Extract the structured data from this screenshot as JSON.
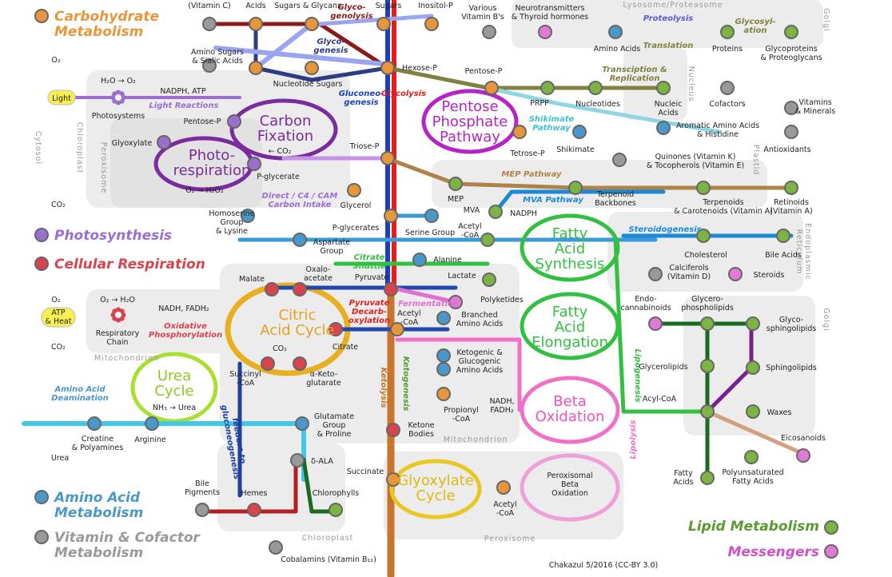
{
  "legend": {
    "carb": "Carbohydrate\nMetabolism",
    "photo": "Photosynthesis",
    "resp": "Cellular Respiration",
    "amino": "Amino Acid\nMetabolism",
    "vit": "Vitamin & Cofactor\nMetabolism",
    "lipid": "Lipid Metabolism",
    "msg": "Messengers"
  },
  "colors": {
    "carb": "#e8963a",
    "photo": "#9b6fd0",
    "resp": "#d9434e",
    "amino": "#4a97c9",
    "vit": "#999999",
    "lipid": "#7cb342",
    "msg": "#e07ad6"
  },
  "cycles": {
    "carbon_fixation": "Carbon\nFixation",
    "photorespiration": "Photo-\nrespiration",
    "pentose": "Pentose\nPhosphate\nPathway",
    "tca": "Citric\nAcid Cycle",
    "urea": "Urea\nCycle",
    "fas": "Fatty\nAcid\nSynthesis",
    "fae": "Fatty\nAcid\nElongation",
    "beta": "Beta\nOxidation",
    "glyox": "Glyoxylate\nCycle",
    "perox_beta": "Peroxisomal\nBeta\nOxidation"
  },
  "pathways": {
    "glycogenolysis": "Glyco-\ngenolysis",
    "glycogenesis": "Glyco-\ngenesis",
    "gluconeogenesis": "Gluconeo-\ngenesis",
    "glycolysis": "Glycolysis",
    "light_reactions": "Light Reactions",
    "proteolysis": "Proteolysis",
    "glycosylation": "Glycosyl-\nation",
    "translation": "Translation",
    "transcription": "Transciption &\nReplication",
    "shikimate": "Shikimate\nPathway",
    "mep": "MEP Pathway",
    "mva": "MVA Pathway",
    "steroidogenesis": "Steroidogenesis",
    "direct_c4": "Direct / C4 / CAM\nCarbon Intake",
    "citrate_shuttle": "Citrate\nShuttle",
    "pyruvate_decarb": "Pyruvate\nDecarb-\noxylation",
    "fermentation": "Fermentation",
    "oxphos": "Oxidative\nPhosphorylation",
    "aa_deam": "Amino Acid\nDeamination",
    "feeders": "feeders to\ngluconeogenesis",
    "ketolysis": "Ketolysis",
    "ketogenesis": "Ketogenesis",
    "lipogenesis": "Lipogenesis",
    "lipolysis": "Lipolysis"
  },
  "organelles": {
    "cytosol": "Cytosol",
    "chloroplast": "Chloroplast",
    "peroxisome": "Peroxisome",
    "mitochondrion": "Mitochondrion",
    "mito2": "Mitochondrion",
    "lysosome": "Lysosome/Proteasome",
    "golgi": "Golgi",
    "golgi2": "Golgi",
    "nucleus": "Nucleus",
    "plastid": "Plastid",
    "er": "Endoplasmic\nReticulum",
    "chloro2": "Chloroplast",
    "perox2": "Peroxisome"
  },
  "labels": {
    "vitc": "(Vitamin C)",
    "acids": "Acids",
    "sugars_glycans": "Sugars & Glycans",
    "sugars": "Sugars",
    "inositol": "Inositol-P",
    "vit_b": "Various\nVitamin B's",
    "neuro": "Neurotransmitters\n& Thyroid hormones",
    "amino_sugars": "Amino Sugars\n& Sialic Acids",
    "nucleotide_sugars": "Nucleotide Sugars",
    "hexose": "Hexose-P",
    "amino_acids": "Amino Acids",
    "proteins": "Proteins",
    "glycoproteins": "Glycoproteins\n& Proteoglycans",
    "pentose_p": "Pentose-P",
    "prpp": "PRPP",
    "nucleotides": "Nucleotides",
    "nucleic": "Nucleic\nAcids",
    "cofactors": "Cofactors",
    "vitamins_minerals": "Vitamins\n& Minerals",
    "light": "Light",
    "h2o_o2": "H₂O → O₂",
    "nadph_atp": "NADPH, ATP",
    "photosystems": "Photosystems",
    "pentose_p2": "Pentose-P",
    "glyoxylate": "Glyoxylate",
    "co2_small": "← CO₂",
    "triose": "Triose-P",
    "pglycerate": "P-glycerate",
    "o2_h2o2": "O₂ → H₂O₂",
    "aromatic": "Aromatic Amino Acids\n& Histidine",
    "tetrose": "Tetrose-P",
    "shikimate": "Shikimate",
    "quinones": "Quinones (Vitamin K)\n& Tocopherols (Vitamin E)",
    "antioxidants": "Antioxidants",
    "mep": "MEP",
    "glycerol": "Glycerol",
    "terpenoid_bb": "Terpenoid\nBackbones",
    "terpenoids": "Terpenoids\n& Carotenoids (Vitamin A)",
    "retinoids": "Retinoids\n(Vitamin A)",
    "mva": "MVA",
    "nadph": "NADPH",
    "homoserine": "Homoserine\nGroup\n& Lysine",
    "pglycerates": "P-glycerates",
    "serine": "Serine Group",
    "acetyl_coa": "Acetyl\n-CoA",
    "cholesterol": "Cholesterol",
    "bile_acids": "Bile Acids",
    "aspartate": "Aspartate\nGroup",
    "alanine": "Alanine",
    "calciferols": "Calciferols\n(Vitamin D)",
    "steroids": "Steroids",
    "malate": "Malate",
    "oxalo": "Oxalo-\nacetate",
    "pyruvate": "Pyruvate",
    "lactate": "Lactate",
    "polyketides": "Polyketides",
    "endo": "Endo-\ncannabinoids",
    "glycerophospho": "Glycero-\nphospholipids",
    "glycosphingo": "Glyco-\nsphingolipids",
    "o2": "O₂",
    "o2_h2o": "O₂ → H₂O",
    "nadh_fadh": "NADH, FADH₂",
    "atp_heat": "ATP\n& Heat",
    "resp_chain": "Respiratory\nChain",
    "acetyl_coa2": "Acetyl\n-CoA",
    "branched": "Branched\nAmino Acids",
    "co2_tca": "CO₂",
    "citrate": "Citrate",
    "co2": "CO₂",
    "ketogenic": "Ketogenic &\nGlucogenic\nAmino Acids",
    "glycerolipids": "Glycerolipids",
    "sphingolipids": "Sphingolipids",
    "succinyl": "Succinyl\n-CoA",
    "akg": "α-Keto-\nglutarate",
    "nh3_urea": "NH₃ → Urea",
    "propionyl": "Propionyl\n-CoA",
    "nadh_fadh2": "NADH,\nFADH₂",
    "acyl_coa": "Acyl-CoA",
    "waxes": "Waxes",
    "creatine": "Creatine\n& Polyamines",
    "arginine": "Arginine",
    "glutamate": "Glutamate\nGroup\n& Proline",
    "ketone": "Ketone\nBodies",
    "eicosanoids": "Eicosanoids",
    "urea": "Urea",
    "dala": "δ-ALA",
    "fatty_acids": "Fatty\nAcids",
    "pufa": "Polyunsaturated\nFatty Acids",
    "bile_pig": "Bile\nPigments",
    "hemes": "Hemes",
    "chlorophylls": "Chlorophylls",
    "succinate": "Succinate",
    "acetyl_coa3": "Acetyl\n-CoA",
    "cobalamins": "Cobalamins (Vitamin B₁₂)",
    "o2_left": "O₂",
    "co2_left": "CO₂",
    "o2_left2": "O₂",
    "co2_left2": "CO₂",
    "credit": "Chakazul 5/2016 (CC-BY 3.0)"
  }
}
